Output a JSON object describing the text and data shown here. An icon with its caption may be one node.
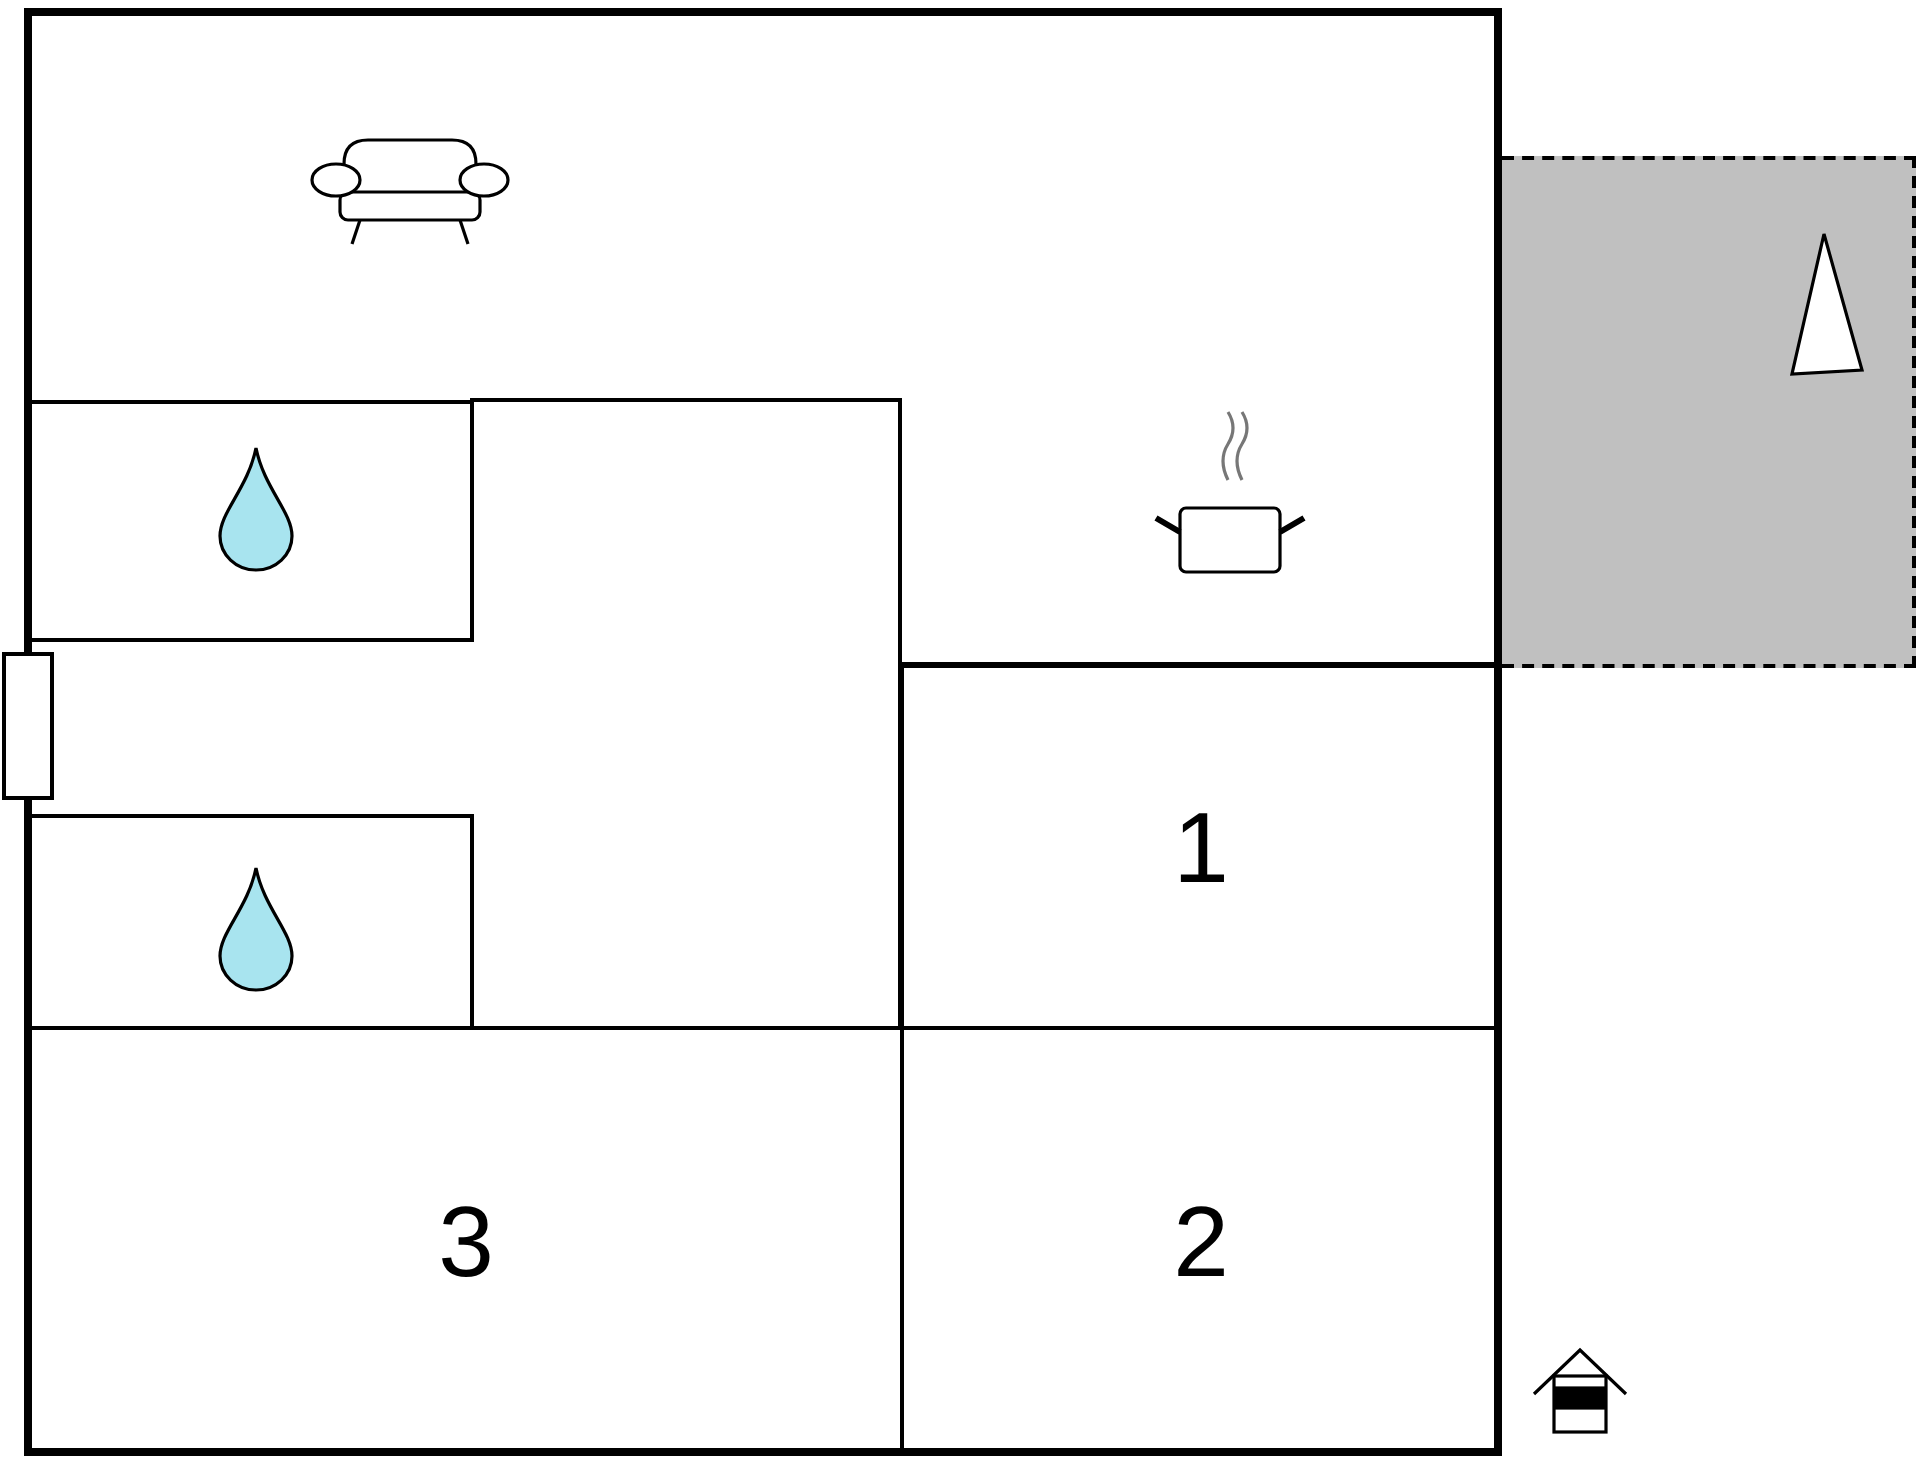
{
  "diagram": {
    "nodes": [
      {
        "text": [],
        "shape": "box"
      },
      {
        "text": [],
        "shape": "box"
      },
      {
        "text": [],
        "shape": "box"
      },
      {
        "text": [
          "1"
        ]
      },
      {
        "text": [
          "3"
        ]
      },
      {
        "text": [
          "2"
        ]
      }
    ]
  }
}
